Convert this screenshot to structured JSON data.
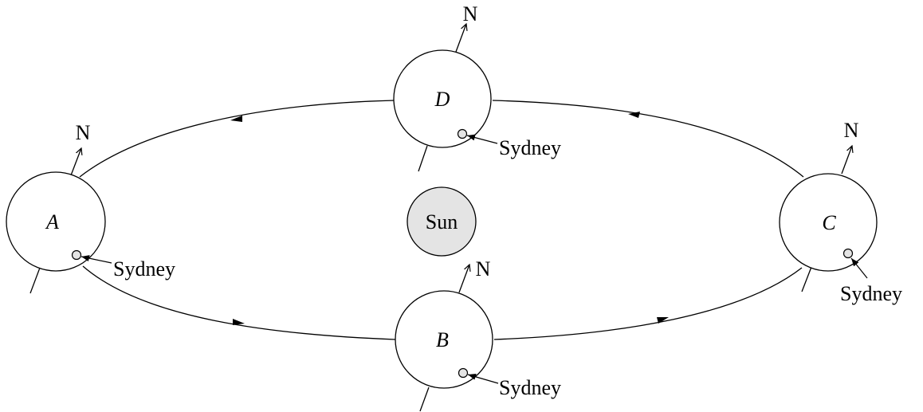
{
  "sun": {
    "label": "Sun",
    "color": "#e4e4e4"
  },
  "north_label": "N",
  "city_label": "Sydney",
  "positions": [
    {
      "id": "A",
      "label": "A"
    },
    {
      "id": "B",
      "label": "B"
    },
    {
      "id": "C",
      "label": "C"
    },
    {
      "id": "D",
      "label": "D"
    }
  ]
}
